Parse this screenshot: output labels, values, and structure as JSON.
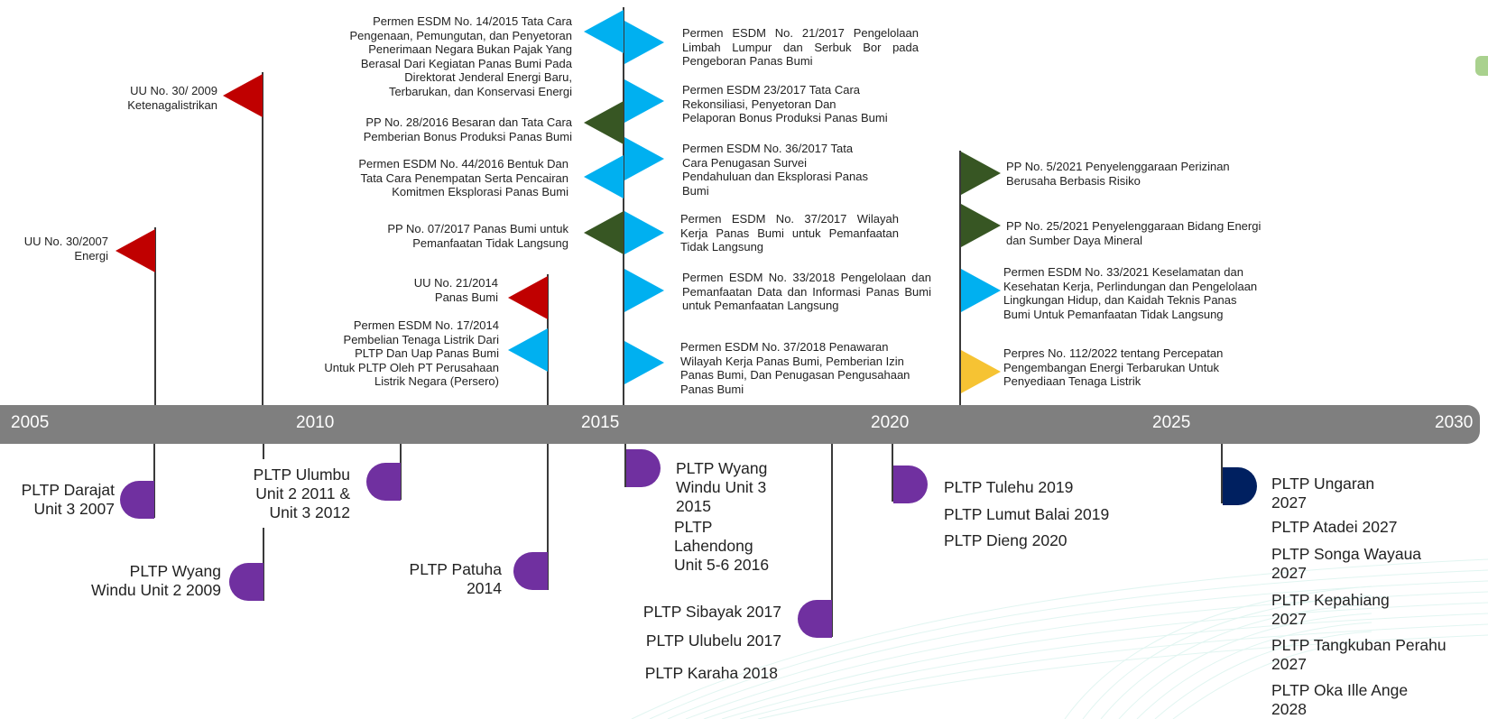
{
  "colors": {
    "timeline": "#7f7f7f",
    "pole": "#3a3a3a",
    "red_flag": "#c00000",
    "blue_flag": "#00b0f0",
    "green_flag": "#375623",
    "yellow_flag": "#f6c333",
    "purple_tab": "#7030a0",
    "navy_tab": "#002060",
    "side_tab": "#a9d18e"
  },
  "timeline": {
    "years": [
      "2005",
      "2010",
      "2015",
      "2020",
      "2025",
      "2030"
    ]
  },
  "regulations": [
    {
      "text": "UU No. 30/2007\nEnergi",
      "flag_color": "red"
    },
    {
      "text": "UU No. 30/ 2009\nKetenagalistrikan",
      "flag_color": "red"
    },
    {
      "text": "UU No. 21/2014\nPanas Bumi",
      "flag_color": "red"
    },
    {
      "text": "Permen ESDM No. 17/2014\nPembelian Tenaga Listrik Dari\nPLTP Dan Uap Panas Bumi\nUntuk PLTP Oleh PT Perusahaan\nListrik Negara (Persero)",
      "flag_color": "blue"
    },
    {
      "text": "Permen ESDM No. 14/2015 Tata Cara\nPengenaan, Pemungutan, dan Penyetoran\nPenerimaan Negara Bukan Pajak Yang\nBerasal Dari Kegiatan Panas Bumi Pada\nDirektorat Jenderal Energi Baru,\nTerbarukan, dan Konservasi Energi",
      "flag_color": "blue"
    },
    {
      "text": "PP No. 28/2016 Besaran dan Tata Cara\nPemberian Bonus Produksi Panas Bumi",
      "flag_color": "green"
    },
    {
      "text": "Permen ESDM  No. 44/2016 Bentuk Dan\nTata Cara Penempatan Serta Pencairan\nKomitmen Eksplorasi Panas Bumi",
      "flag_color": "blue"
    },
    {
      "text": "PP No. 07/2017 Panas Bumi untuk\nPemanfaatan Tidak Langsung",
      "flag_color": "green"
    },
    {
      "text": "Permen ESDM No. 21/2017 Pengelolaan Limbah Lumpur dan Serbuk Bor pada Pengeboran Panas Bumi",
      "flag_color": "blue"
    },
    {
      "text": "Permen ESDM 23/2017 Tata Cara\nRekonsiliasi, Penyetoran Dan\nPelaporan Bonus Produksi Panas Bumi",
      "flag_color": "blue"
    },
    {
      "text": "Permen ESDM No. 36/2017 Tata\nCara Penugasan Survei\nPendahuluan dan Eksplorasi Panas\nBumi",
      "flag_color": "blue"
    },
    {
      "text": "Permen ESDM No. 37/2017 Wilayah Kerja Panas Bumi untuk Pemanfaatan Tidak Langsung",
      "flag_color": "blue"
    },
    {
      "text": "Permen ESDM No. 33/2018 Pengelolaan dan Pemanfaatan Data dan Informasi Panas Bumi untuk Pemanfaatan Langsung",
      "flag_color": "blue"
    },
    {
      "text": "Permen ESDM No. 37/2018 Penawaran\nWilayah Kerja Panas Bumi, Pemberian Izin\nPanas Bumi, Dan Penugasan Pengusahaan\nPanas Bumi",
      "flag_color": "blue"
    },
    {
      "text": "PP No. 5/2021 Penyelenggaraan Perizinan\nBerusaha Berbasis Risiko",
      "flag_color": "green"
    },
    {
      "text": "PP No. 25/2021 Penyelenggaraan Bidang Energi\ndan Sumber Daya Mineral",
      "flag_color": "green"
    },
    {
      "text": "Permen ESDM No. 33/2021 Keselamatan dan\nKesehatan Kerja, Perlindungan dan Pengelolaan\nLingkungan Hidup, dan Kaidah Teknis Panas\nBumi Untuk Pemanfaatan Tidak Langsung",
      "flag_color": "blue"
    },
    {
      "text": "Perpres No. 112/2022 tentang Percepatan\nPengembangan Energi Terbarukan Untuk\nPenyediaan Tenaga Listrik",
      "flag_color": "yellow"
    }
  ],
  "plants": [
    {
      "text": "PLTP Darajat\nUnit 3 2007"
    },
    {
      "text": "PLTP Wyang\nWindu Unit 2 2009"
    },
    {
      "text": "PLTP Ulumbu\nUnit 2 2011 &\nUnit 3 2012"
    },
    {
      "text": "PLTP Patuha\n2014"
    },
    {
      "text": "PLTP Wyang\nWindu Unit 3\n2015"
    },
    {
      "text": "PLTP\nLahendong\nUnit 5-6 2016"
    },
    {
      "text": "PLTP Sibayak 2017"
    },
    {
      "text": "PLTP Ulubelu 2017"
    },
    {
      "text": "PLTP Karaha 2018"
    },
    {
      "text": "PLTP Tulehu 2019"
    },
    {
      "text": "PLTP Lumut Balai 2019"
    },
    {
      "text": "PLTP Dieng 2020"
    },
    {
      "text": "PLTP Ungaran\n2027"
    },
    {
      "text": "PLTP Atadei 2027"
    },
    {
      "text": "PLTP Songa Wayaua\n2027"
    },
    {
      "text": "PLTP Kepahiang\n2027"
    },
    {
      "text": "PLTP Tangkuban Perahu\n2027"
    },
    {
      "text": "PLTP Oka Ille Ange\n2028"
    }
  ]
}
